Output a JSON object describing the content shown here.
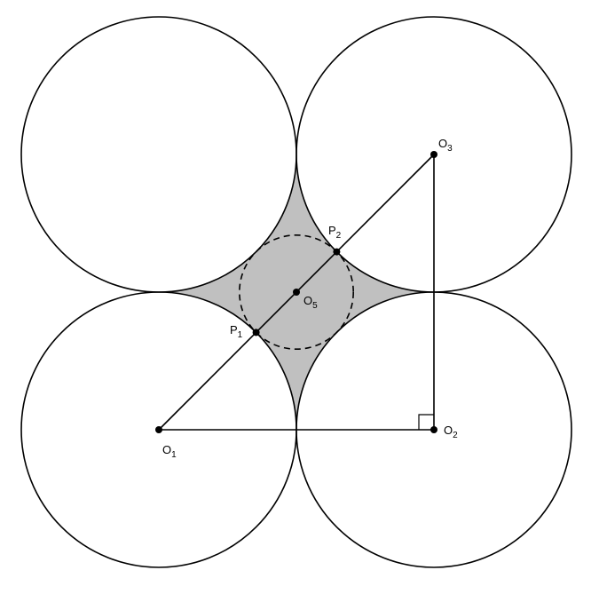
{
  "diagram": {
    "shaded_color": "#c0c0c0",
    "labels": {
      "o1": {
        "main": "O",
        "sub": "1"
      },
      "o2": {
        "main": "O",
        "sub": "2"
      },
      "o3": {
        "main": "O",
        "sub": "3"
      },
      "o5": {
        "main": "O",
        "sub": "5"
      },
      "p1": {
        "main": "P",
        "sub": "1"
      },
      "p2": {
        "main": "P",
        "sub": "2"
      }
    }
  }
}
